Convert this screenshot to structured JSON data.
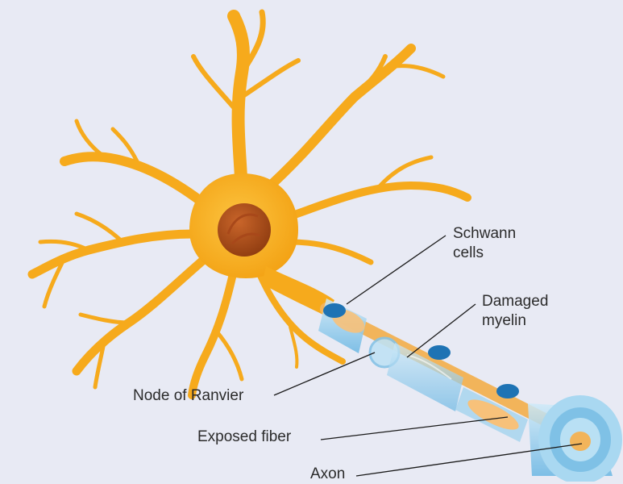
{
  "labels": {
    "schwann": [
      "Schwann",
      "cells"
    ],
    "damaged_myelin": [
      "Damaged",
      "myelin"
    ],
    "node_of_ranvier": "Node of Ranvier",
    "exposed_fiber": "Exposed fiber",
    "axon": "Axon"
  },
  "colors": {
    "background": "#e8eaf4",
    "neuron": "#f6aa1c",
    "nucleus": "#b4521a",
    "myelin": "#8fcbea",
    "schwann_nucleus": "#1e73b4",
    "axon_core": "#f7c17a"
  }
}
